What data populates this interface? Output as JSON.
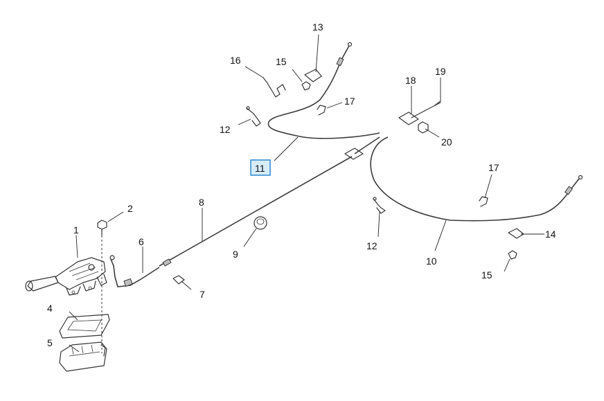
{
  "callouts": [
    {
      "id": "c1",
      "label": "1"
    },
    {
      "id": "c2",
      "label": "2"
    },
    {
      "id": "c4",
      "label": "4"
    },
    {
      "id": "c5",
      "label": "5"
    },
    {
      "id": "c6",
      "label": "6"
    },
    {
      "id": "c7",
      "label": "7"
    },
    {
      "id": "c8",
      "label": "8"
    },
    {
      "id": "c9",
      "label": "9"
    },
    {
      "id": "c10",
      "label": "10"
    },
    {
      "id": "c11",
      "label": "11",
      "highlighted": true
    },
    {
      "id": "c12a",
      "label": "12"
    },
    {
      "id": "c12b",
      "label": "12"
    },
    {
      "id": "c13",
      "label": "13"
    },
    {
      "id": "c14",
      "label": "14"
    },
    {
      "id": "c15a",
      "label": "15"
    },
    {
      "id": "c15b",
      "label": "15"
    },
    {
      "id": "c16",
      "label": "16"
    },
    {
      "id": "c17a",
      "label": "17"
    },
    {
      "id": "c17b",
      "label": "17"
    },
    {
      "id": "c18",
      "label": "18"
    },
    {
      "id": "c19",
      "label": "19"
    },
    {
      "id": "c20",
      "label": "20"
    }
  ],
  "colors": {
    "highlight_fill": "#d6ecf8",
    "highlight_border": "#3a8fd0",
    "line": "#333333"
  }
}
